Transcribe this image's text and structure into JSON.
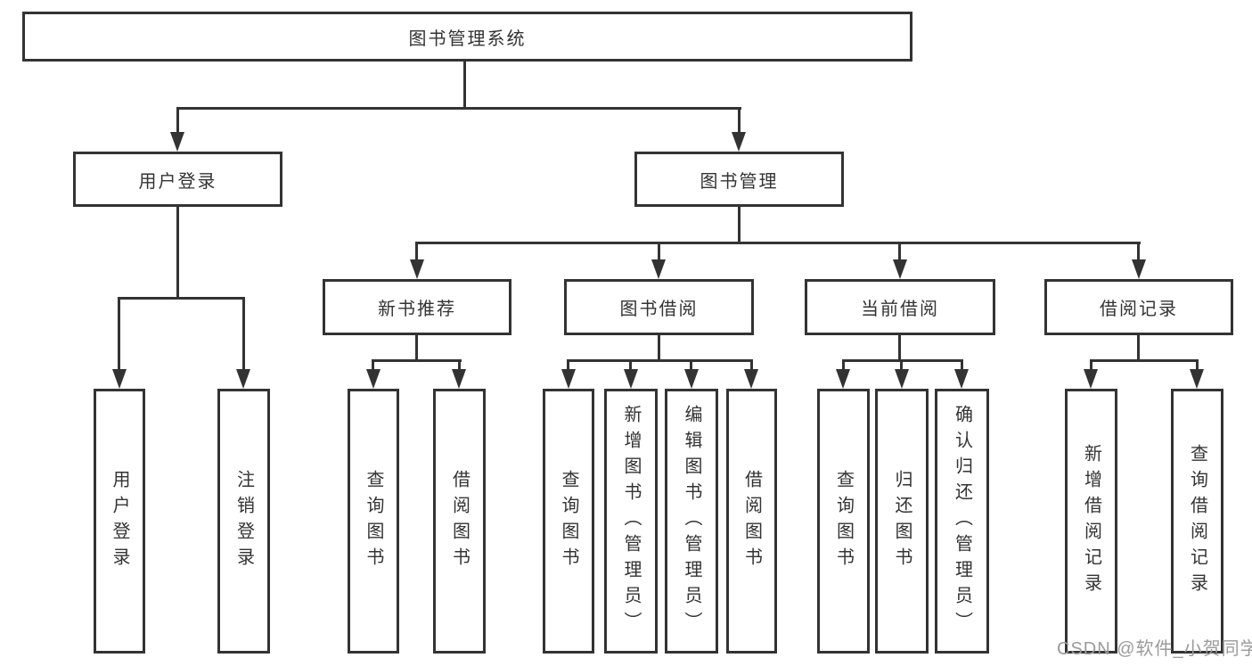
{
  "diagram": {
    "root": {
      "label": "图书管理系统"
    },
    "groups": [
      {
        "label": "用户登录",
        "leaves": [
          {
            "label": "用户登录"
          },
          {
            "label": "注销登录"
          }
        ]
      },
      {
        "label": "图书管理",
        "sections": [
          {
            "label": "新书推荐",
            "leaves": [
              {
                "label": "查询图书"
              },
              {
                "label": "借阅图书"
              }
            ]
          },
          {
            "label": "图书借阅",
            "leaves": [
              {
                "label": "查询图书"
              },
              {
                "label": "新增图书（管理员）"
              },
              {
                "label": "编辑图书（管理员）"
              },
              {
                "label": "借阅图书"
              }
            ]
          },
          {
            "label": "当前借阅",
            "leaves": [
              {
                "label": "查询图书"
              },
              {
                "label": "归还图书"
              },
              {
                "label": "确认归还（管理员）"
              }
            ]
          },
          {
            "label": "借阅记录",
            "leaves": [
              {
                "label": "新增借阅记录"
              },
              {
                "label": "查询借阅记录"
              }
            ]
          }
        ]
      }
    ],
    "watermark": "CSDN @软件_小贺同学",
    "colors": {
      "line": "#333333",
      "text": "#333333",
      "watermark": "#9b9b9b",
      "background": "#ffffff"
    }
  }
}
